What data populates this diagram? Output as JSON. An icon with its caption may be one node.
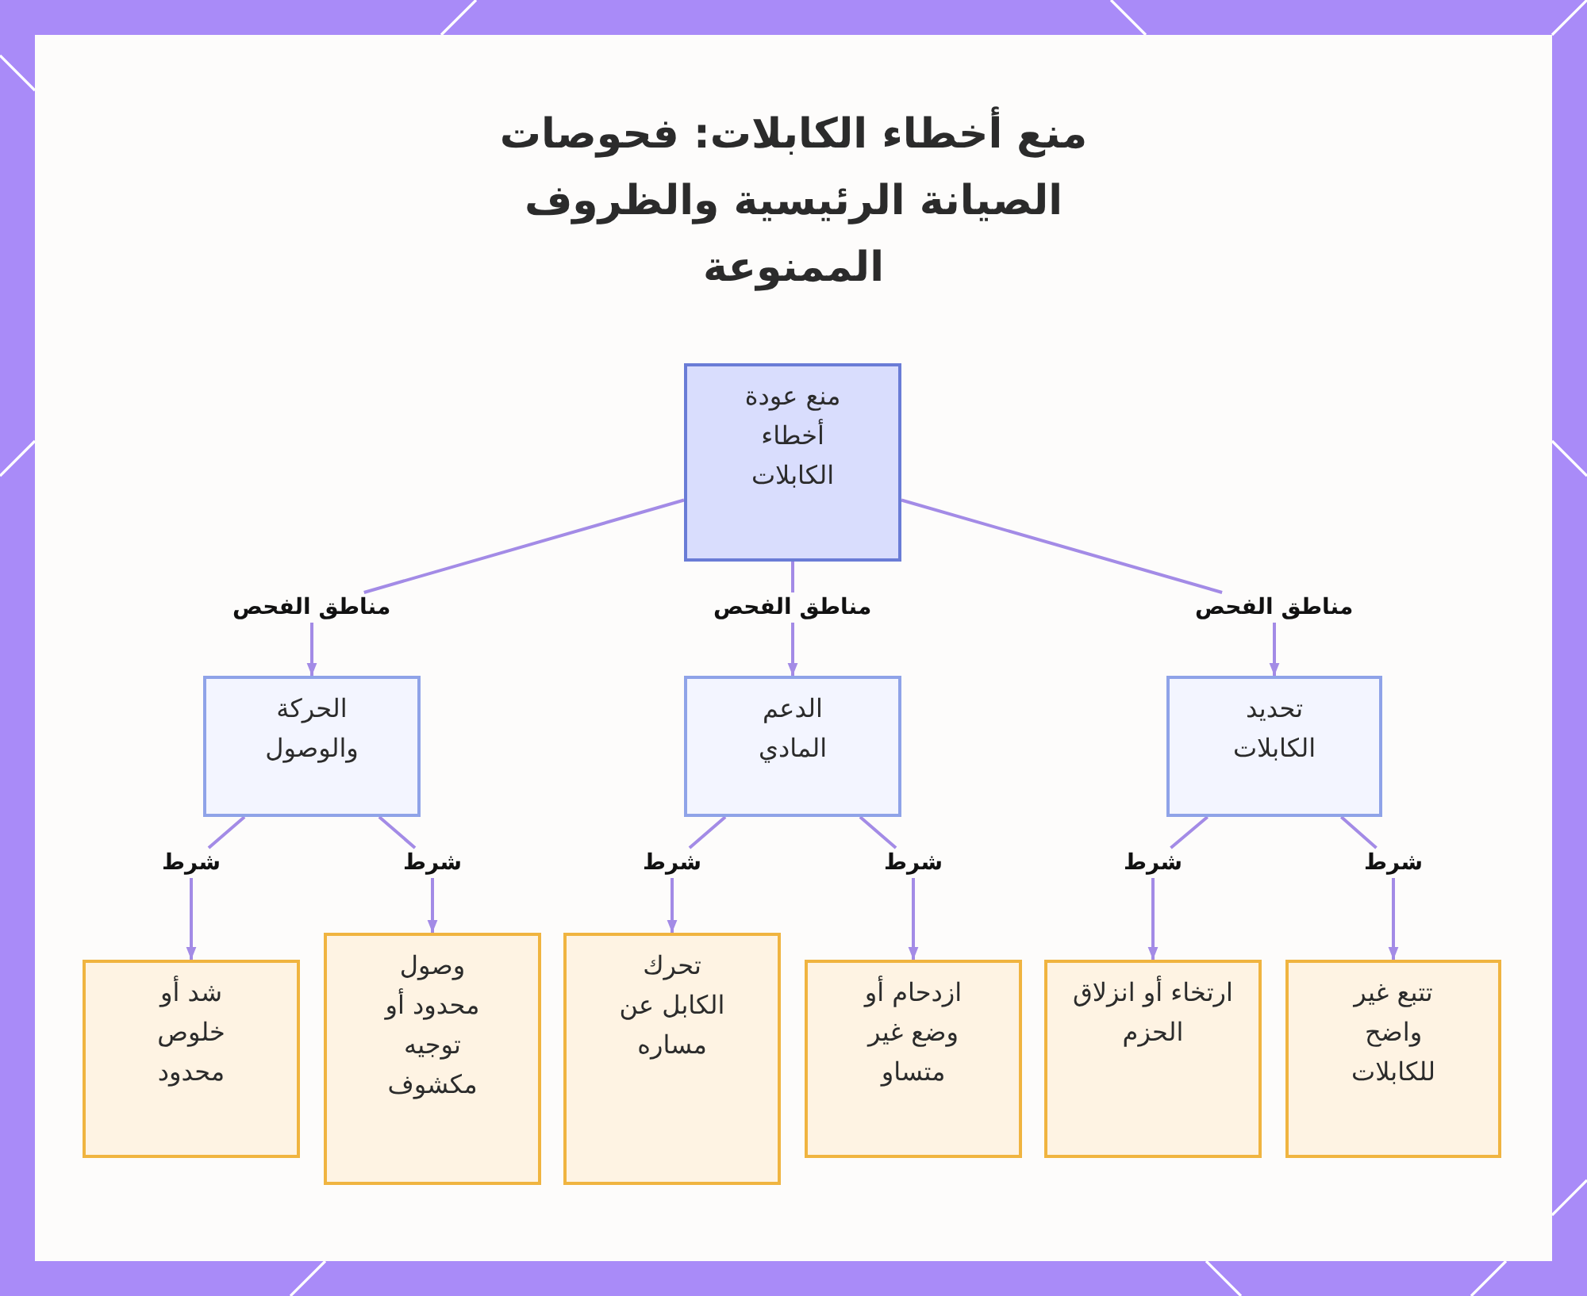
{
  "diagram": {
    "title": "منع أخطاء الكابلات: فحوصات الصيانة الرئيسية والظروف الممنوعة",
    "nodes": [
      {
        "text": [
          "منع عودة أخطاء الكابلات"
        ]
      },
      {
        "text": [
          "تحديد الكابلات"
        ]
      },
      {
        "text": [
          "الدعم المادي"
        ]
      },
      {
        "text": [
          "الحركة والوصول"
        ]
      },
      {
        "text": [
          "تتبع غير واضح للكابلات"
        ]
      },
      {
        "text": [
          "ارتخاء أو انزلاق الحزم"
        ]
      },
      {
        "text": [
          "ازدحام أو وضع غير متساو"
        ]
      },
      {
        "text": [
          "تحرك الكابل عن مساره"
        ]
      },
      {
        "text": [
          "وصول محدود أو توجيه مكشوف"
        ]
      },
      {
        "text": [
          "شد أو خلوص محدود"
        ]
      }
    ],
    "edges": [
      {
        "from": 0,
        "to": 1,
        "arrow": "to",
        "label": "مناطق الفحص"
      },
      {
        "from": 0,
        "to": 2,
        "arrow": "to",
        "label": "مناطق الفحص"
      },
      {
        "from": 0,
        "to": 3,
        "arrow": "to",
        "label": "مناطق الفحص"
      },
      {
        "from": 1,
        "to": 4,
        "arrow": "to",
        "label": "شرط"
      },
      {
        "from": 1,
        "to": 5,
        "arrow": "to",
        "label": "شرط"
      },
      {
        "from": 2,
        "to": 6,
        "arrow": "to",
        "label": "شرط"
      },
      {
        "from": 2,
        "to": 7,
        "arrow": "to",
        "label": "شرط"
      },
      {
        "from": 3,
        "to": 8,
        "arrow": "to",
        "label": "شرط"
      },
      {
        "from": 3,
        "to": 9,
        "arrow": "to",
        "label": "شرط"
      }
    ]
  }
}
